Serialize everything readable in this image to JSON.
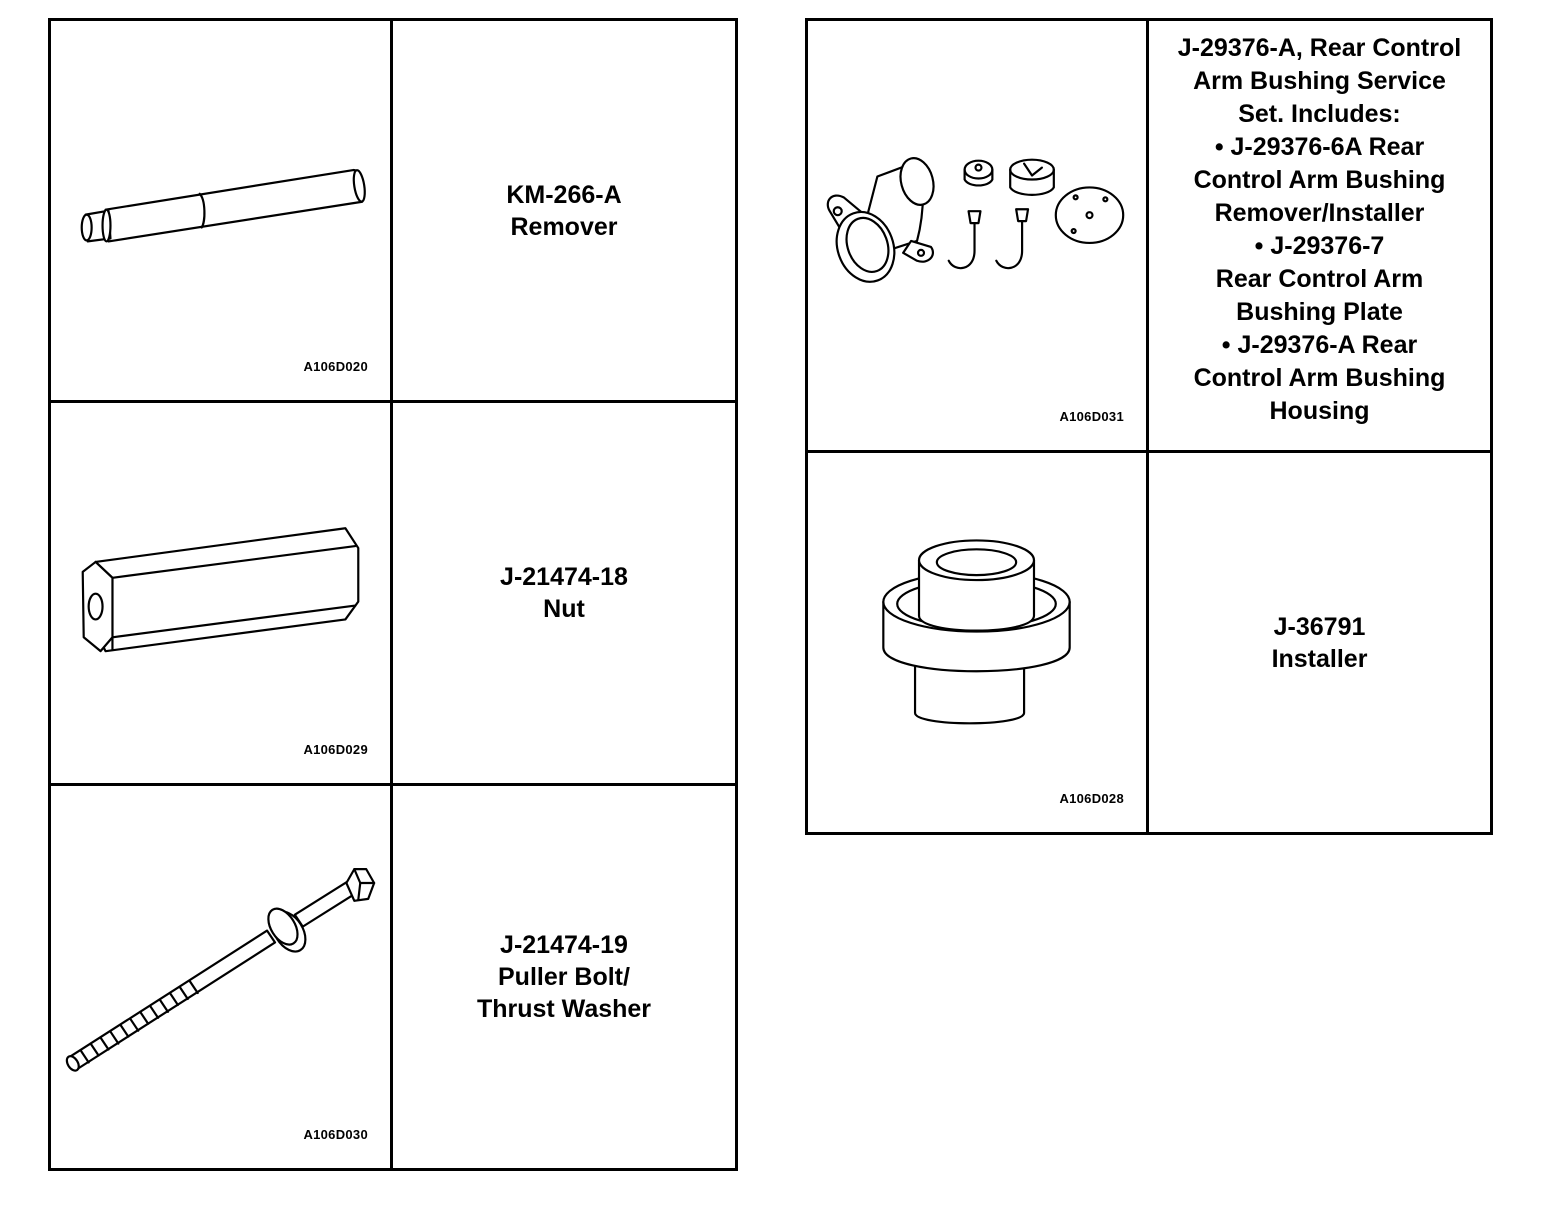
{
  "left_table": {
    "rows": [
      {
        "figure_code": "A106D020",
        "icon": "remover-tool-icon",
        "lines": [
          "KM-266-A",
          "Remover"
        ]
      },
      {
        "figure_code": "A106D029",
        "icon": "hex-nut-icon",
        "lines": [
          "J-21474-18",
          "Nut"
        ]
      },
      {
        "figure_code": "A106D030",
        "icon": "puller-bolt-icon",
        "lines": [
          "J-21474-19",
          "Puller Bolt/",
          "Thrust Washer"
        ]
      }
    ]
  },
  "right_table": {
    "rows": [
      {
        "figure_code": "A106D031",
        "icon": "bushing-service-set-icon",
        "lines": [
          "J-29376-A, Rear Control",
          "Arm Bushing Service",
          "Set. Includes:",
          "• J-29376-6A Rear",
          "Control Arm Bushing",
          "Remover/Installer",
          "• J-29376-7",
          "Rear Control Arm",
          "Bushing Plate",
          "• J-29376-A Rear",
          "Control Arm Bushing",
          "Housing"
        ]
      },
      {
        "figure_code": "A106D028",
        "icon": "installer-tool-icon",
        "lines": [
          "J-36791",
          "Installer"
        ]
      }
    ]
  }
}
